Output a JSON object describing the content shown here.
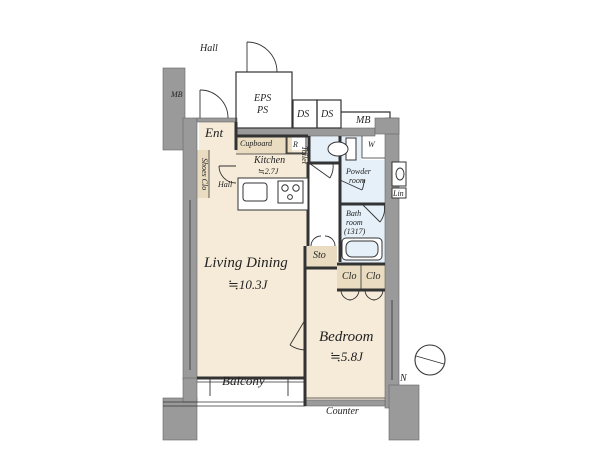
{
  "floor_plan": {
    "outside_hall": "Hall",
    "mb_left": "MB",
    "eps_ps_line1": "EPS",
    "eps_ps_line2": "PS",
    "ds_1": "DS",
    "ds_2": "DS",
    "mb_right": "MB",
    "entrance": "Ent",
    "cupboard": "Cupboard",
    "refrigerator": "R",
    "toilet": "Toilet",
    "washer": "W",
    "kitchen_name": "Kitchen",
    "kitchen_size": "≒2.7J",
    "powder_room_line1": "Powder",
    "powder_room_line2": "room",
    "linen": "Lin",
    "shoes_closet": "Shoes Clo",
    "inner_hall": "Hall",
    "bathroom_line1": "Bath",
    "bathroom_line2": "room",
    "bathroom_size": "(1317)",
    "storage": "Sto",
    "closet_1": "Clo",
    "closet_2": "Clo",
    "living_name": "Living Dining",
    "living_size": "≒10.3J",
    "bedroom_name": "Bedroom",
    "bedroom_size": "≒5.8J",
    "balcony": "Balcony",
    "counter": "Counter",
    "compass_north": "N"
  },
  "colors": {
    "wall": "#9a9a9a",
    "living_floor": "#f6ebd8",
    "bedroom_floor": "#f6ebd8",
    "wet_area": "#e6f0f8",
    "storage_fill": "#e9dcc0",
    "line": "#333333"
  }
}
